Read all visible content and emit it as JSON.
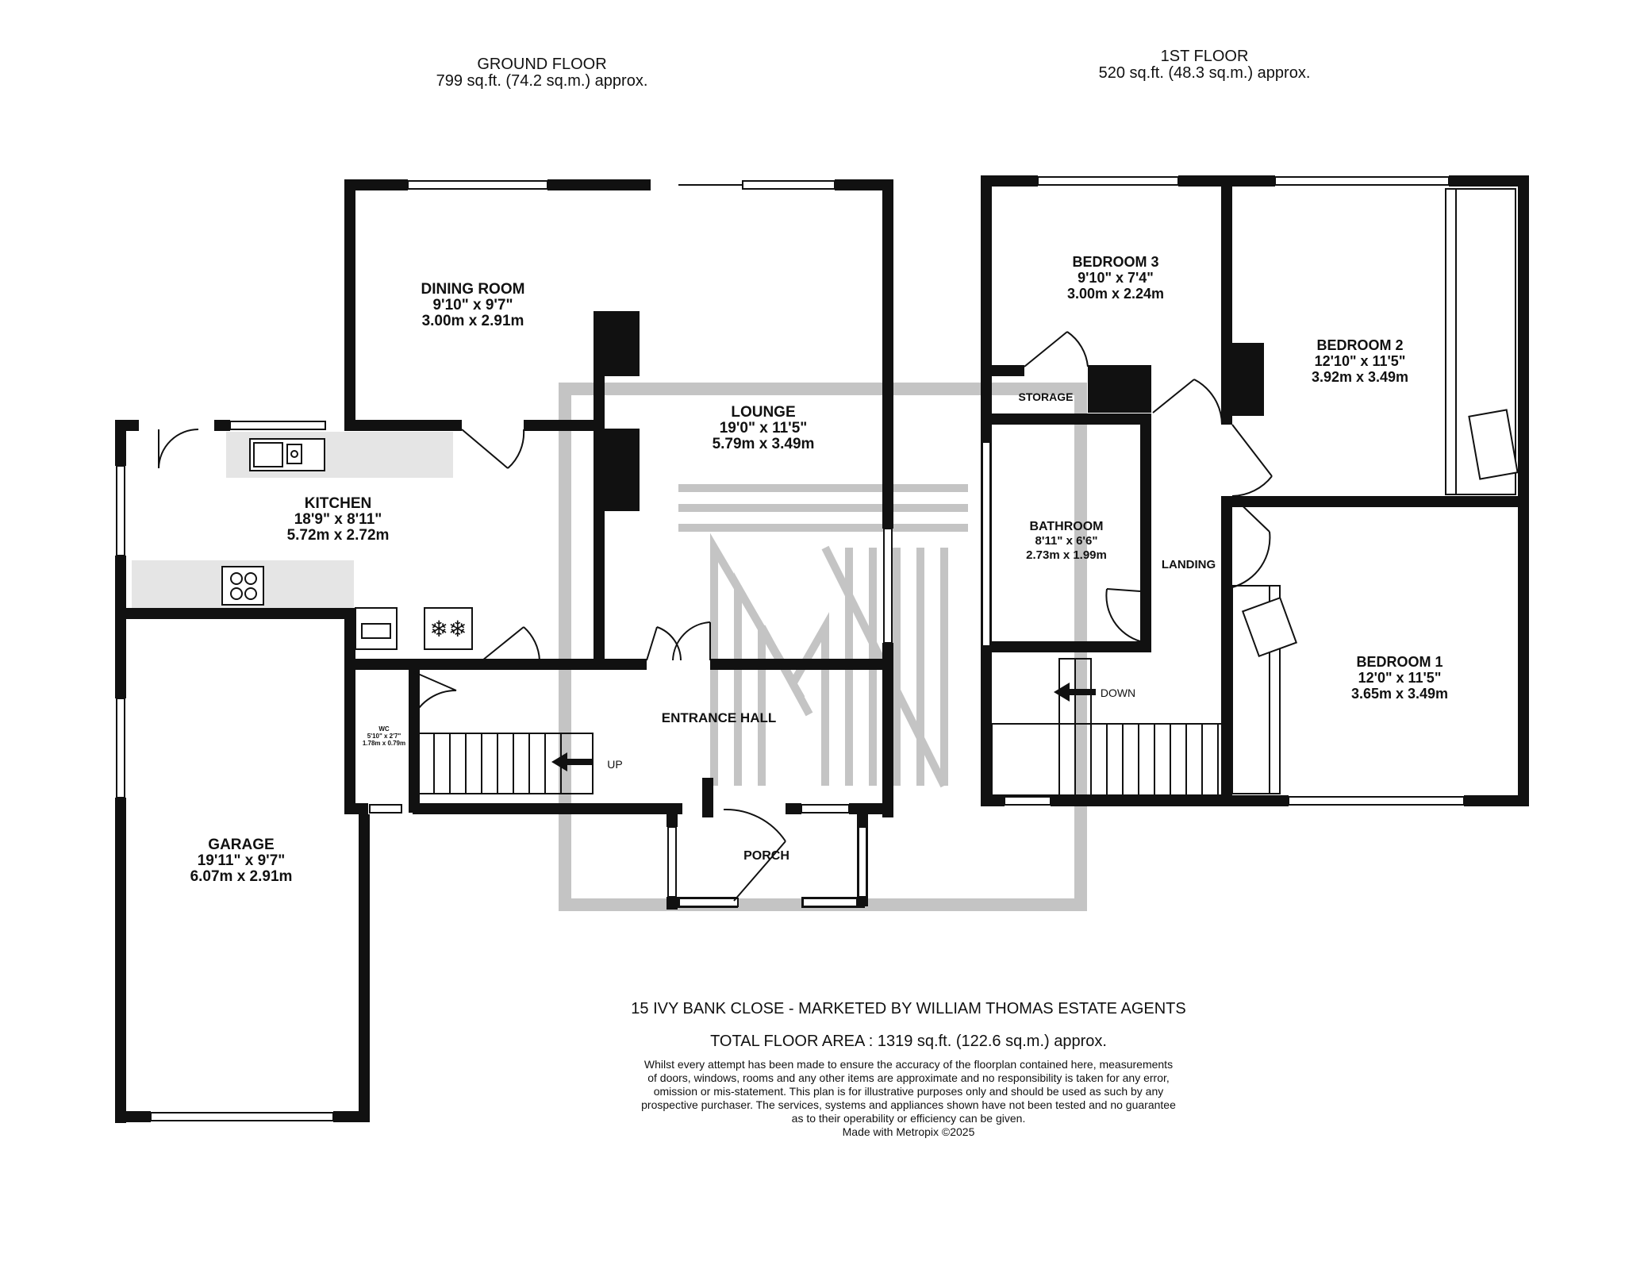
{
  "ground_floor": {
    "title": "GROUND FLOOR",
    "area": "799 sq.ft. (74.2 sq.m.) approx."
  },
  "first_floor": {
    "title": "1ST FLOOR",
    "area": "520 sq.ft. (48.3 sq.m.) approx."
  },
  "rooms": {
    "dining": {
      "name": "DINING ROOM",
      "imperial": "9'10\"  x 9'7\"",
      "metric": "3.00m  x 2.91m"
    },
    "lounge": {
      "name": "LOUNGE",
      "imperial": "19'0\"  x 11'5\"",
      "metric": "5.79m  x 3.49m"
    },
    "kitchen": {
      "name": "KITCHEN",
      "imperial": "18'9\"  x 8'11\"",
      "metric": "5.72m  x 2.72m"
    },
    "wc": {
      "name": "WC",
      "imperial": "5'10\" x 2'7\"",
      "metric": "1.78m x 0.79m"
    },
    "entrance_hall": {
      "name": "ENTRANCE HALL"
    },
    "porch": {
      "name": "PORCH"
    },
    "garage": {
      "name": "GARAGE",
      "imperial": "19'11\"  x 9'7\"",
      "metric": "6.07m  x 2.91m"
    },
    "bedroom3": {
      "name": "BEDROOM 3",
      "imperial": "9'10\"  x 7'4\"",
      "metric": "3.00m  x 2.24m"
    },
    "bedroom2": {
      "name": "BEDROOM 2",
      "imperial": "12'10\"  x 11'5\"",
      "metric": "3.92m  x 3.49m"
    },
    "bedroom1": {
      "name": "BEDROOM 1",
      "imperial": "12'0\"  x 11'5\"",
      "metric": "3.65m  x 3.49m"
    },
    "storage": {
      "name": "STORAGE"
    },
    "bathroom": {
      "name": "BATHROOM",
      "imperial": "8'11\"  x 6'6\"",
      "metric": "2.73m  x 1.99m"
    },
    "landing": {
      "name": "LANDING"
    }
  },
  "stairs": {
    "up": "UP",
    "down": "DOWN"
  },
  "footer": {
    "property": "15 IVY BANK CLOSE - MARKETED BY WILLIAM THOMAS ESTATE AGENTS",
    "total": "TOTAL FLOOR AREA : 1319 sq.ft. (122.6 sq.m.) approx.",
    "disclaimer": [
      "Whilst every attempt has been made to ensure the accuracy of the floorplan contained here, measurements",
      "of doors, windows, rooms and any other items are approximate and no responsibility is taken for any error,",
      "omission or mis-statement. This plan is for illustrative purposes only and should be used as such by any",
      "prospective purchaser. The services, systems and appliances shown have not been tested and no guarantee",
      "as to their operability or efficiency can be given."
    ],
    "credit": "Made with Metropix ©2025"
  },
  "colors": {
    "wall": "#111111",
    "fixture_fill": "#e5e5e5",
    "watermark": "#a0a0a0"
  }
}
